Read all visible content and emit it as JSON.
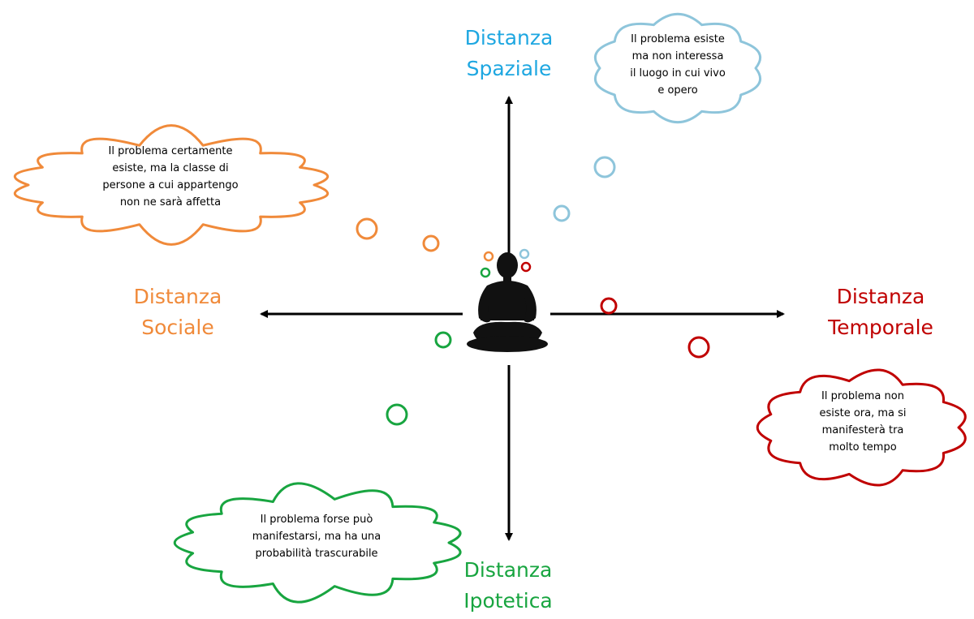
{
  "colors": {
    "spatial": "#1ea7e1",
    "spatial_cloud": "#8ec5db",
    "social": "#f08a3a",
    "temporal": "#c00000",
    "hypothetical": "#18a540",
    "axis": "#000000",
    "figure": "#111111"
  },
  "axes": {
    "spatial": {
      "line1": "Distanza",
      "line2": "Spaziale"
    },
    "social": {
      "line1": "Distanza",
      "line2": "Sociale"
    },
    "temporal": {
      "line1": "Distanza",
      "line2": "Temporale"
    },
    "hypothetical": {
      "line1": "Distanza",
      "line2": "Ipotetica"
    }
  },
  "clouds": {
    "spatial": [
      "Il problema esiste",
      "ma non interessa",
      "il luogo in cui vivo",
      "e opero"
    ],
    "social": [
      "Il problema certamente",
      "esiste, ma la classe di",
      "persone a cui appartengo",
      "non ne sarà affetta"
    ],
    "temporal": [
      "Il problema non",
      "esiste ora, ma si",
      "manifesterà tra",
      "molto tempo"
    ],
    "hypothetical": [
      "Il problema forse può",
      "manifestarsi, ma ha una",
      "probabilità trascurabile"
    ]
  },
  "icons": {
    "center_figure": "meditating-person-icon"
  }
}
